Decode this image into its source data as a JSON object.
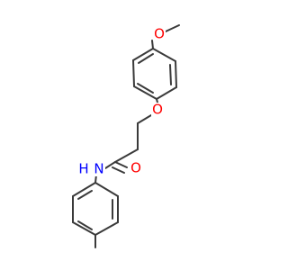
{
  "molecule": {
    "atoms": {
      "o_methoxy": {
        "label": "O",
        "color": "#ff0000"
      },
      "o_ether": {
        "label": "O",
        "color": "#ff0000"
      },
      "o_carbonyl": {
        "label": "O",
        "color": "#ff0000"
      },
      "n_amide": {
        "label": "N",
        "color": "#0000ff"
      },
      "h_amide": {
        "label": "H",
        "color": "#0000ff"
      }
    },
    "bond_color": "#3a3a3a",
    "background": "#ffffff"
  }
}
